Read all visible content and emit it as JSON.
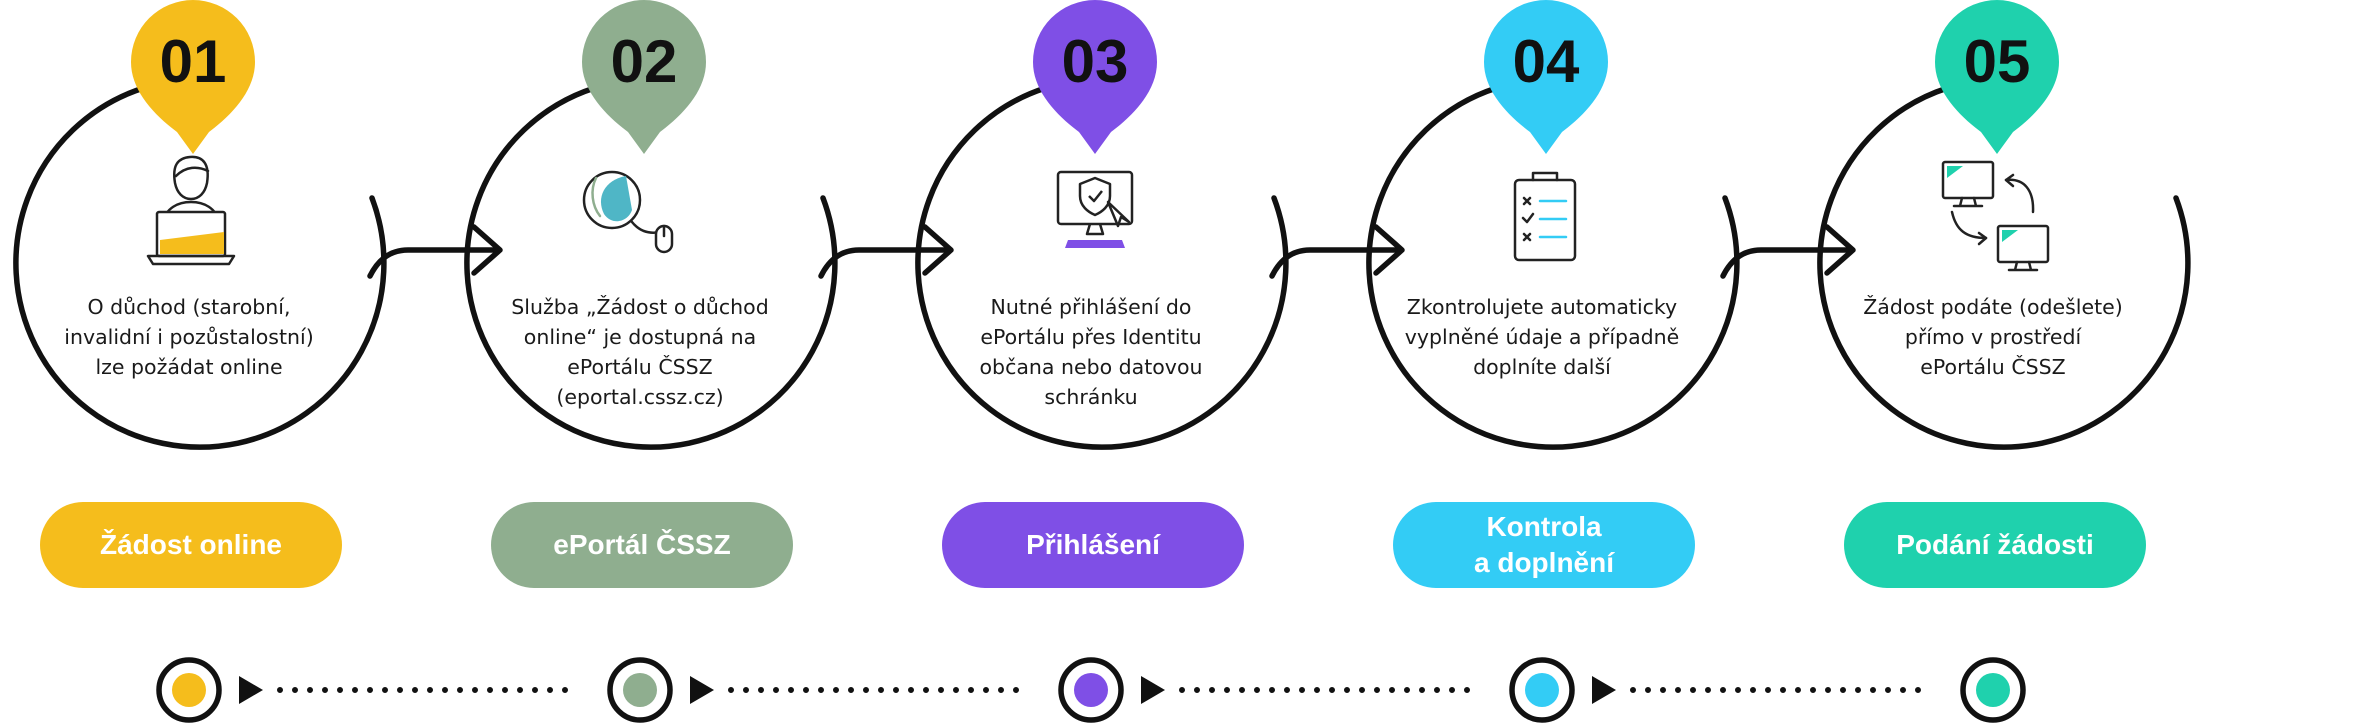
{
  "colors": {
    "step1": "#f5bd1c",
    "step2": "#8fae8f",
    "step3": "#7f4fe6",
    "step4": "#33ccf5",
    "step5": "#1fd1ad",
    "line": "#111111"
  },
  "steps": [
    {
      "number": "01",
      "icon": "person-at-laptop-icon",
      "description": [
        "O důchod (starobní,",
        "invalidní i pozůstalostní)",
        "lze požádat online"
      ],
      "label": [
        "Žádost online"
      ]
    },
    {
      "number": "02",
      "icon": "globe-mouse-icon",
      "description": [
        "Služba „Žádost o důchod",
        "online“ je dostupná na",
        "ePortálu ČSSZ",
        "(eportal.cssz.cz)"
      ],
      "label": [
        "ePortál ČSSZ"
      ]
    },
    {
      "number": "03",
      "icon": "secure-login-computer-icon",
      "description": [
        "Nutné přihlášení do",
        "ePortálu přes Identitu",
        "občana nebo datovou",
        "schránku"
      ],
      "label": [
        "Přihlášení"
      ]
    },
    {
      "number": "04",
      "icon": "checklist-clipboard-icon",
      "description": [
        "Zkontrolujete automaticky",
        "vyplněné údaje a případně",
        "doplníte další"
      ],
      "label": [
        "Kontrola",
        "a doplnění"
      ]
    },
    {
      "number": "05",
      "icon": "monitors-exchange-icon",
      "description": [
        "Žádost podáte (odešlete)",
        "přímo v prostředí",
        "ePortálu ČSSZ"
      ],
      "label": [
        "Podání žádosti"
      ]
    }
  ]
}
